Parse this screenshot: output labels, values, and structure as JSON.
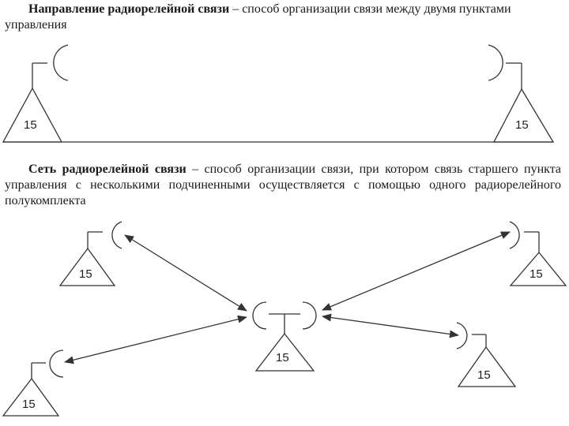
{
  "definitions": [
    {
      "term": "Направление радиорелейной связи",
      "text": " – способ организации связи между двумя пунктами управления"
    },
    {
      "term": "Сеть радиорелейной связи",
      "text": " – способ организации связи, при котором связь старшего пункта управления с несколькими подчиненными осуществляется с помощью одного радиорелейного полукомплекта"
    }
  ],
  "stations": {
    "direction_left": {
      "label": "15"
    },
    "direction_right": {
      "label": "15"
    },
    "network_top_left": {
      "label": "15"
    },
    "network_bottom_left": {
      "label": "15"
    },
    "network_center": {
      "label": "15"
    },
    "network_top_right": {
      "label": "15"
    },
    "network_bottom_right": {
      "label": "15"
    }
  },
  "colors": {
    "ink": "#1a1a1a",
    "line": "#333333"
  }
}
